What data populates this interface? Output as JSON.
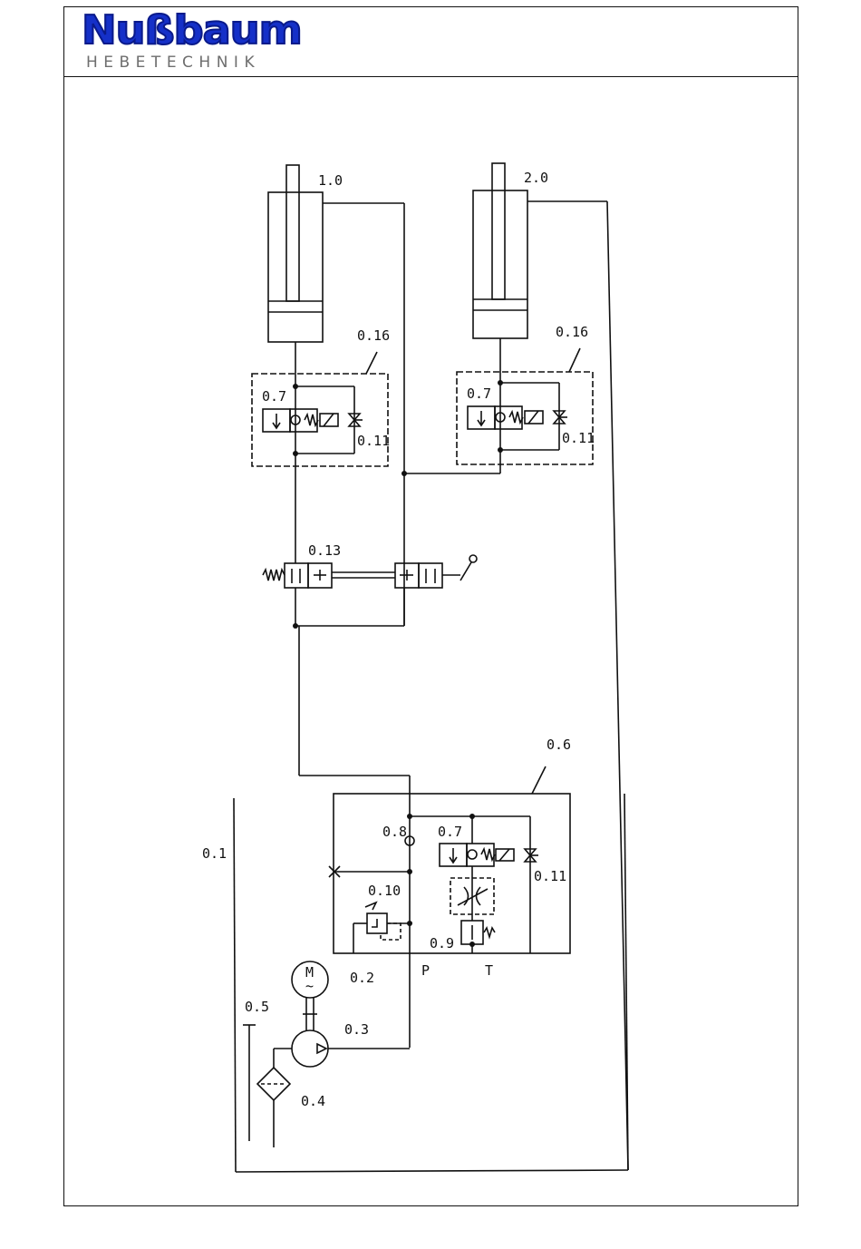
{
  "header": {
    "brand": "Nußbaum",
    "subtitle": "HEBETECHNIK"
  },
  "diagram": {
    "labels": {
      "cyl1": "1.0",
      "cyl2": "2.0",
      "block_left": "0.16",
      "block_right": "0.16",
      "valve07_left": "0.7",
      "valve07_right": "0.7",
      "valve07_unit": "0.7",
      "cock_left": "0.11",
      "cock_right": "0.11",
      "cock_unit": "0.11",
      "hand_valve": "0.13",
      "unit": "0.6",
      "check": "0.8",
      "relief": "0.10",
      "flow": "0.9",
      "tank_outline": "0.1",
      "motor": "0.2",
      "pump": "0.3",
      "filter": "0.4",
      "suction": "0.5",
      "port_p": "P",
      "port_t": "T",
      "motor_symbol": "M",
      "motor_tilde": "~"
    }
  }
}
